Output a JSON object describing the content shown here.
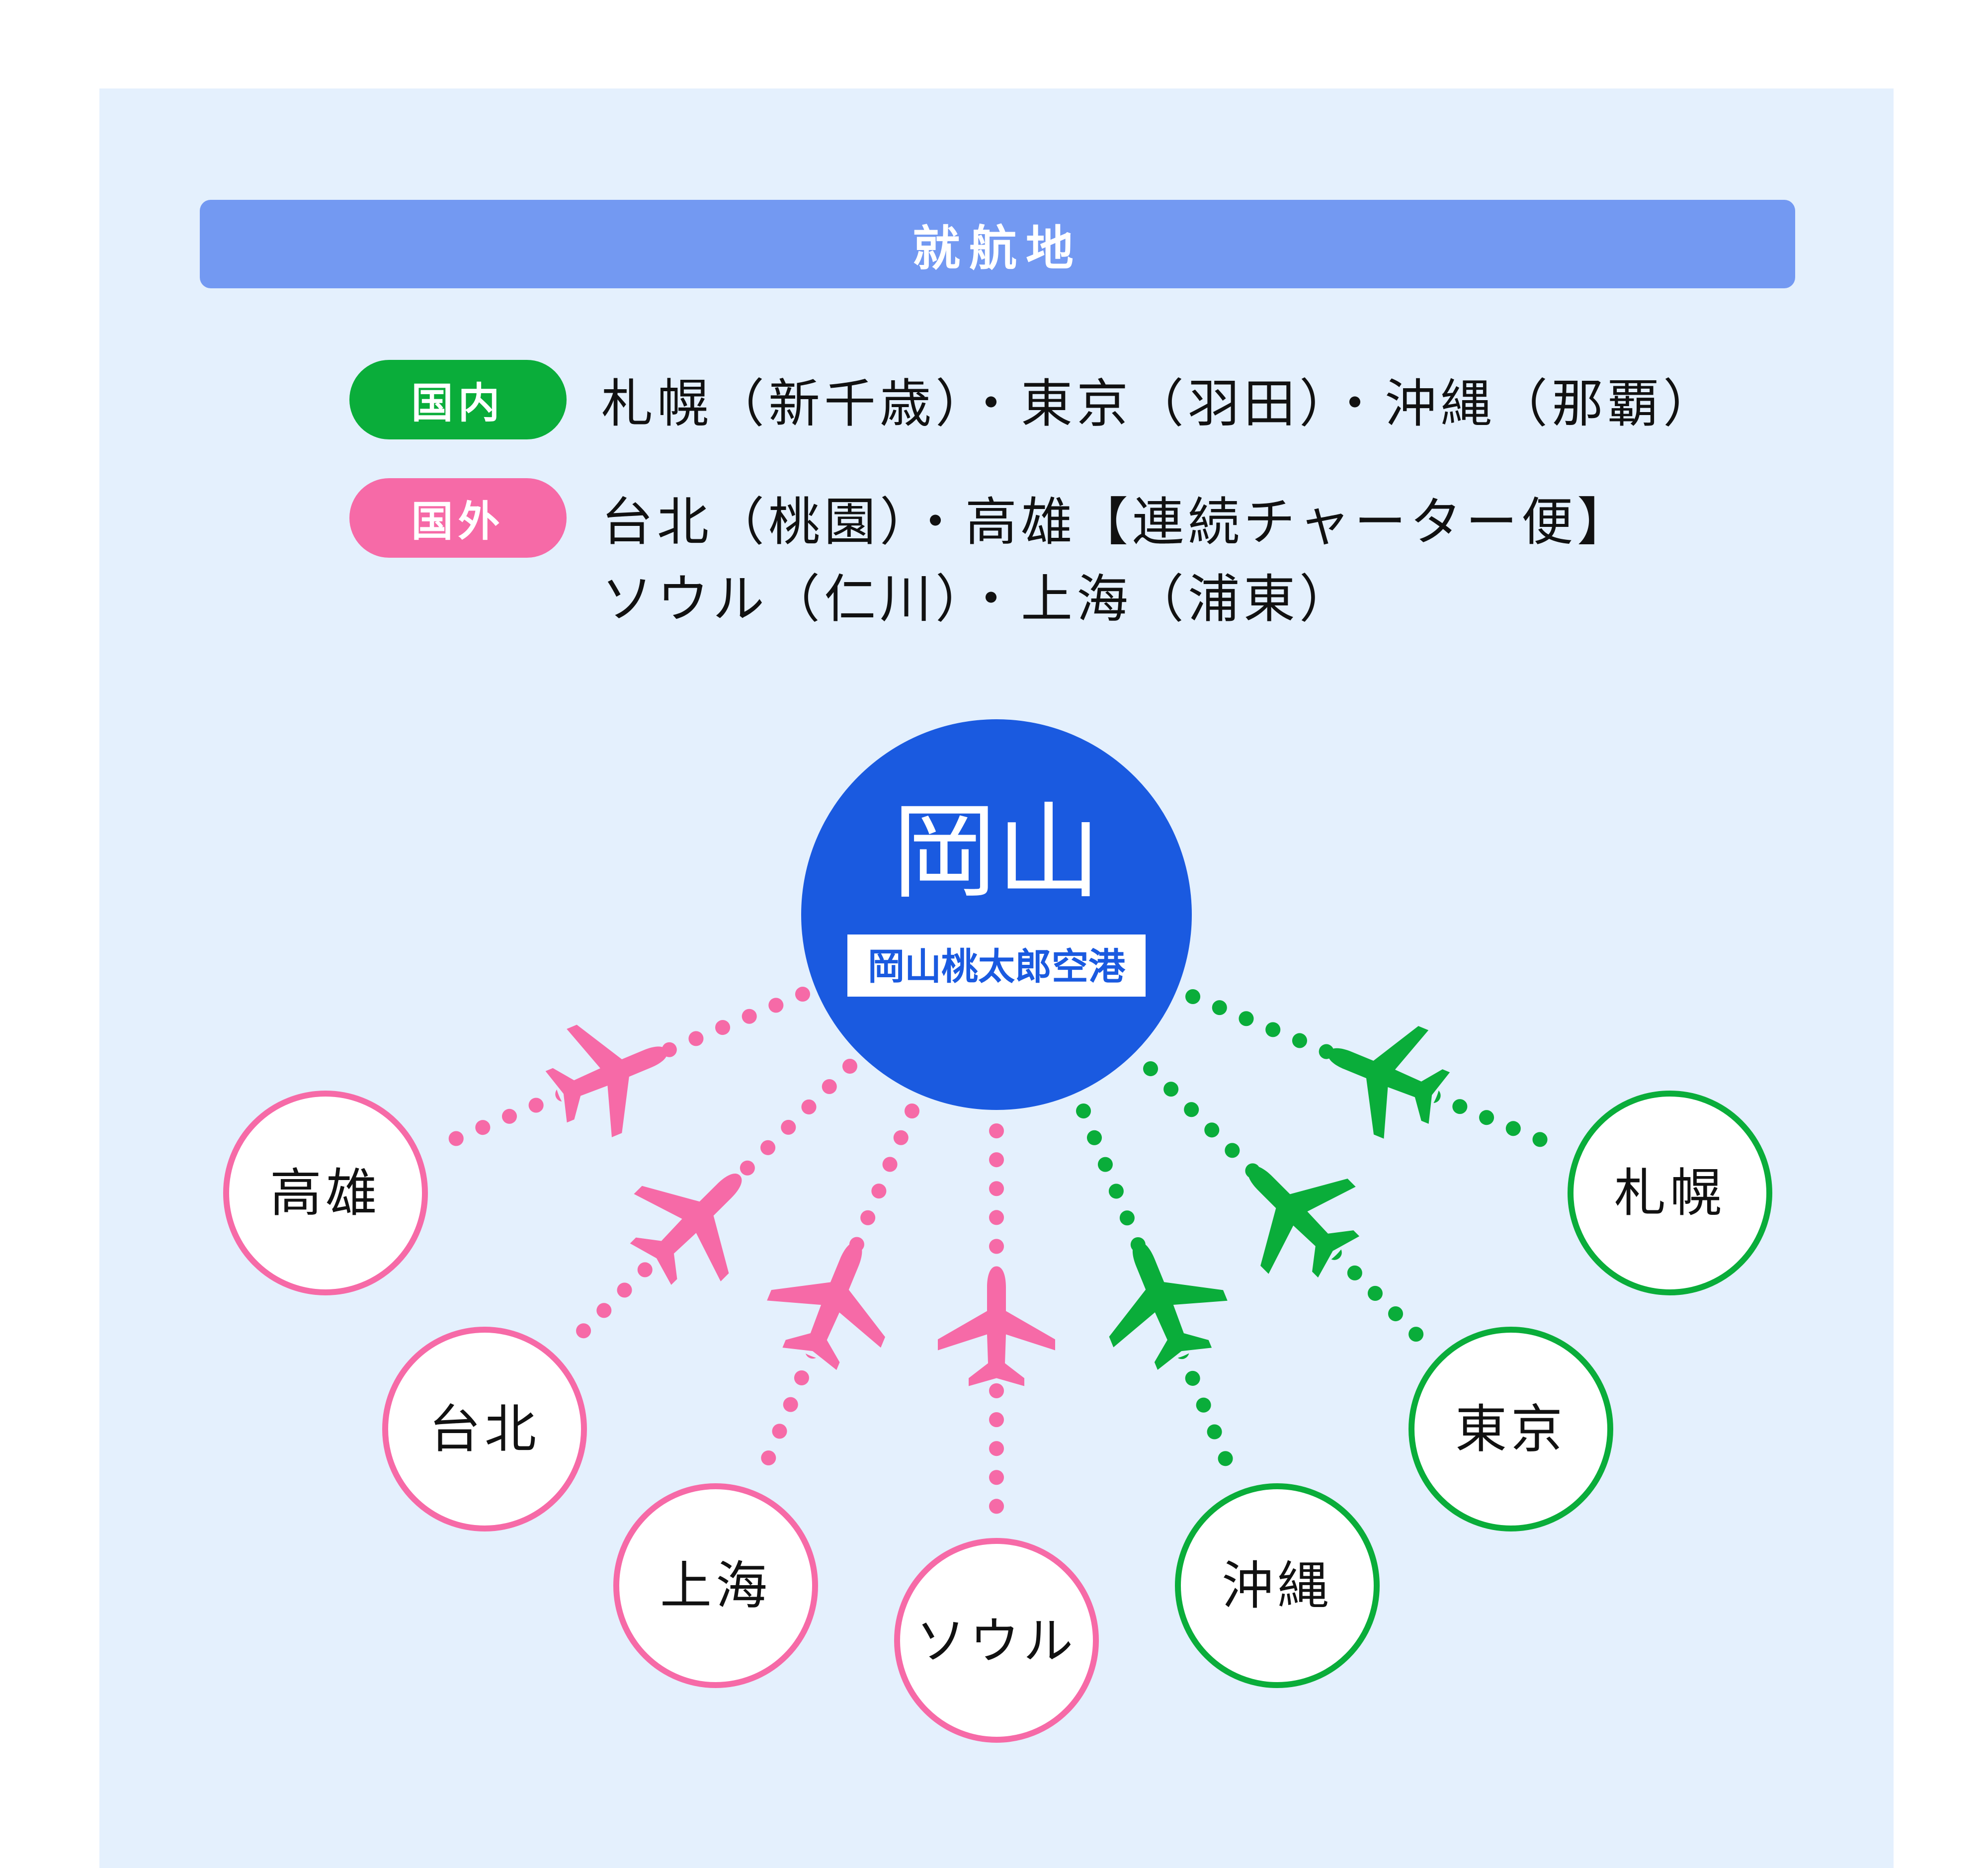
{
  "title": "就航地",
  "domestic": {
    "label": "国内",
    "line": "札幌（新千歳）・東京（羽田）・沖縄（那覇）",
    "color": "#0aad3a"
  },
  "international": {
    "label": "国外",
    "line1": "台北（桃園）・高雄【連続チャーター便】",
    "line2": "ソウル（仁川）・上海（浦東）",
    "color": "#f66aa7"
  },
  "hub": {
    "name": "岡山",
    "airport": "岡山桃太郎空港",
    "color": "#1a5ae0"
  },
  "destinations": [
    {
      "name": "高雄",
      "type": "international"
    },
    {
      "name": "台北",
      "type": "international"
    },
    {
      "name": "上海",
      "type": "international"
    },
    {
      "name": "ソウル",
      "type": "international"
    },
    {
      "name": "沖縄",
      "type": "domestic"
    },
    {
      "name": "東京",
      "type": "domestic"
    },
    {
      "name": "札幌",
      "type": "domestic"
    }
  ]
}
